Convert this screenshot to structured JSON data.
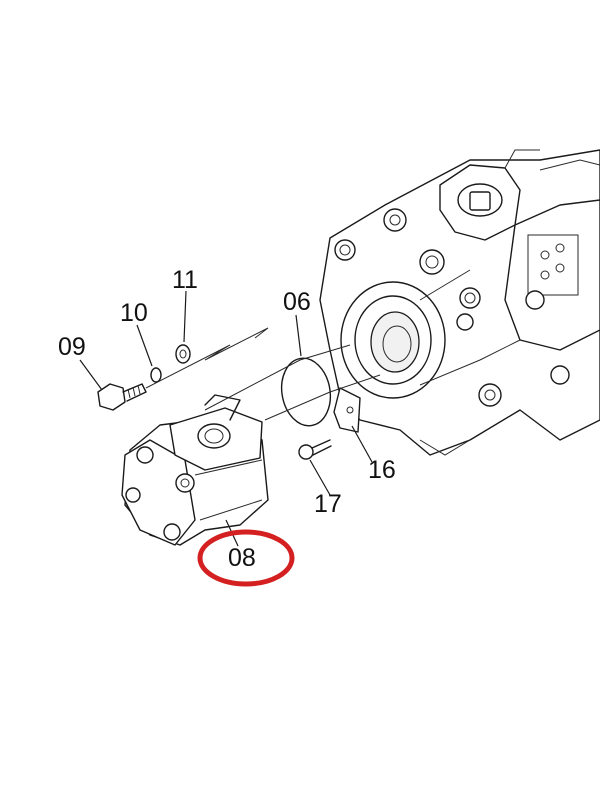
{
  "diagram": {
    "labels": {
      "part_09": "09",
      "part_10": "10",
      "part_11": "11",
      "part_06": "06",
      "part_16": "16",
      "part_17": "17",
      "part_08": "08"
    },
    "highlight": {
      "target_label": "08",
      "color": "#d42020"
    }
  }
}
